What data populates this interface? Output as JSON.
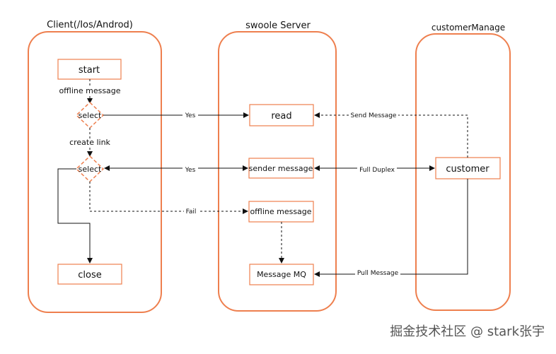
{
  "lanes": {
    "client": "Client(/Ios/Androd)",
    "server": "swoole Server",
    "manage": "customerManage"
  },
  "nodes": {
    "start": "start",
    "offline_message_label": "offline message",
    "select1": "select",
    "create_link_label": "create link",
    "select2": "select",
    "close": "close",
    "read": "read",
    "sender_message": "sender message",
    "offline_message_box": "offline message",
    "message_mq": "Message MQ",
    "customer": "customer"
  },
  "edges": {
    "yes1": "Yes",
    "yes2": "Yes",
    "fail": "Fail",
    "send_message": "Send Message",
    "full_duplex": "Full Duplex",
    "pull_message": "Pull Message"
  },
  "watermark": "掘金技术社区 @ stark张宇",
  "colors": {
    "lane_border": "#ee7f4e",
    "box_border": "#ee7f4e",
    "line": "#111111"
  }
}
